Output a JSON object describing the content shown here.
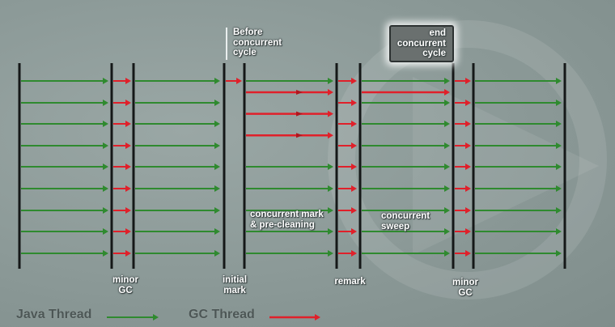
{
  "labels": {
    "before_concurrent_cycle": "Before\nconcurrent\ncycle",
    "end_concurrent_cycle": "end\nconcurrent\ncycle",
    "concurrent_mark": "concurrent mark\n& pre-cleaning",
    "concurrent_sweep": "concurrent\nsweep",
    "minor_gc_1": "minor\nGC",
    "initial_mark": "initial\nmark",
    "remark": "remark",
    "minor_gc_2": "minor\nGC"
  },
  "legend": {
    "java_thread": "Java Thread",
    "gc_thread": "GC Thread"
  },
  "colors": {
    "java_thread": "#2f8a2f",
    "gc_thread": "#e0202a",
    "barrier": "#151818"
  },
  "threads": 9,
  "concurrent_gc_threads_mark": 3,
  "concurrent_gc_threads_sweep": 1
}
